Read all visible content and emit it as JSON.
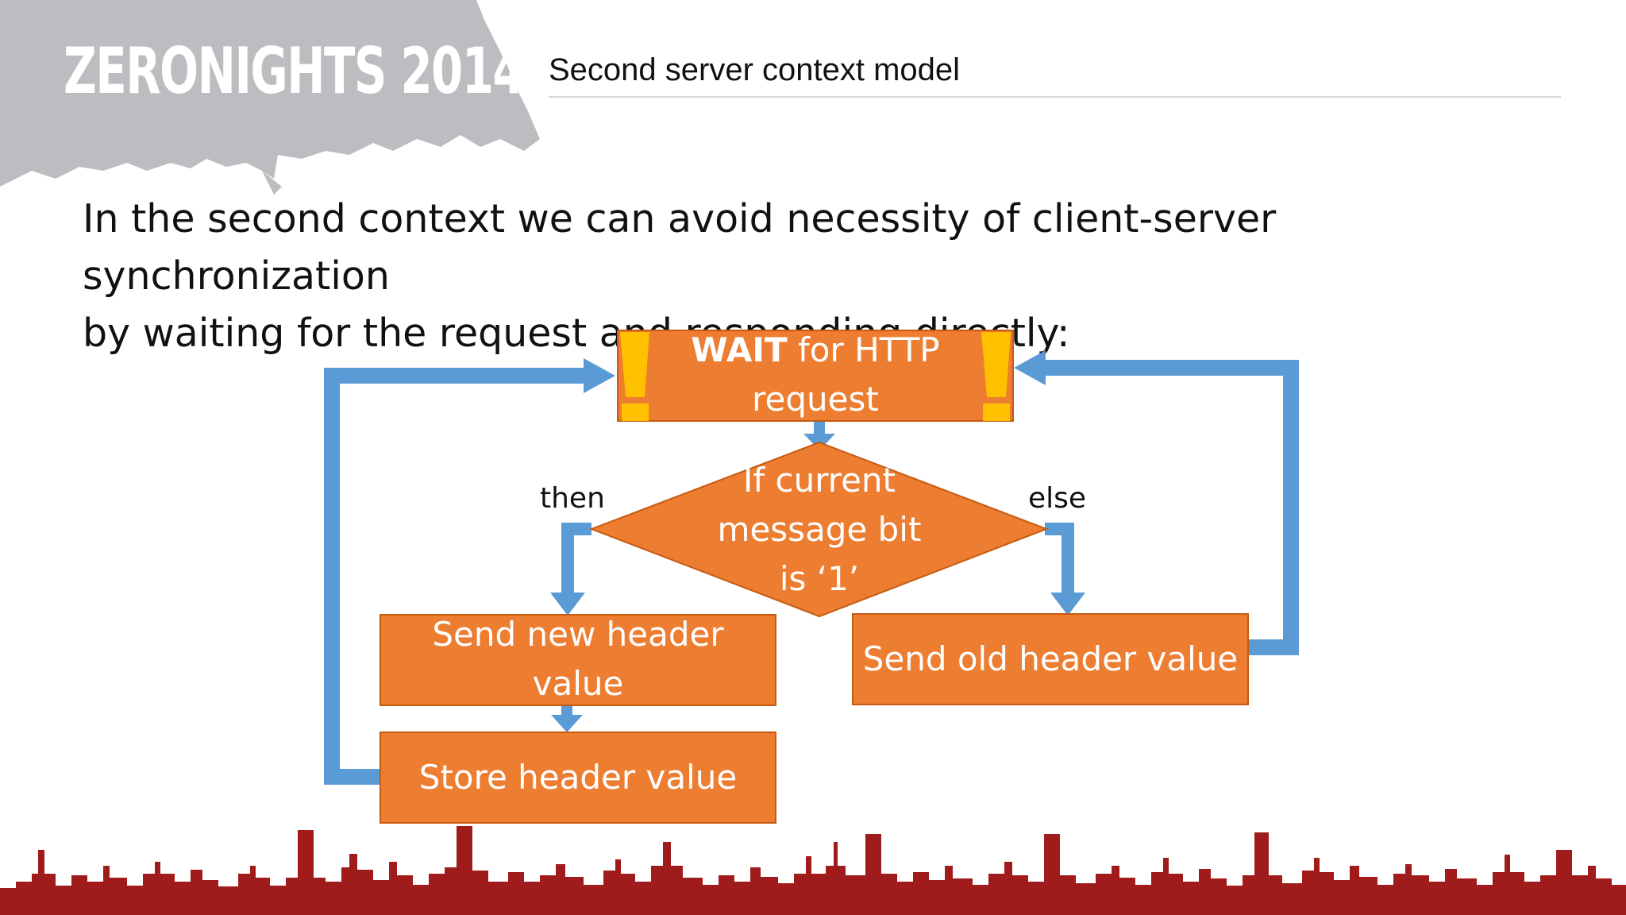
{
  "branding": {
    "logo_text": "ZERONIGHTS 2014"
  },
  "header": {
    "title": "Second server context model"
  },
  "body": {
    "intro_line_1": "In the second context we can avoid necessity of client-server synchronization",
    "intro_line_2": "by waiting for the request and responding directly:"
  },
  "flowchart": {
    "wait_node": {
      "bold": "WAIT",
      "rest": " for HTTP",
      "line2": "request"
    },
    "decision_node": {
      "line1": "If current",
      "line2": "message bit",
      "line3": "is ‘1’"
    },
    "branch_then": "then",
    "branch_else": "else",
    "send_new_node": {
      "line1": "Send new header",
      "line2": "value"
    },
    "send_old_node": "Send old header value",
    "store_node": "Store header value"
  },
  "colors": {
    "node_fill": "#ed7d31",
    "node_border": "#c55a11",
    "arrow": "#5b9bd5",
    "exclamation": "#ffc000",
    "logo_bg": "#bcbdc0",
    "skyline": "#a01c1c"
  }
}
